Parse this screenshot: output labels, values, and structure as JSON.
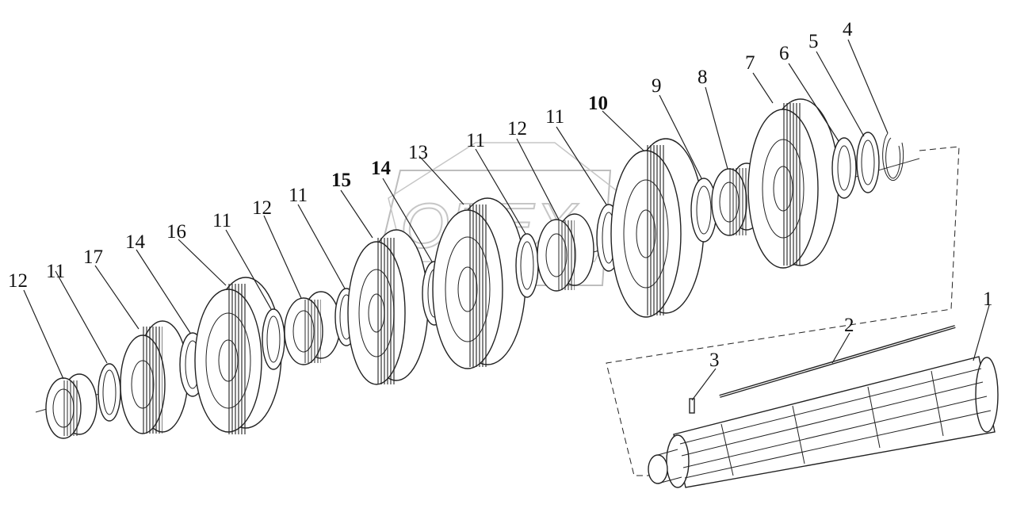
{
  "diagram": {
    "callouts": [
      {
        "id": "c1",
        "text": "1"
      },
      {
        "id": "c2",
        "text": "2"
      },
      {
        "id": "c3",
        "text": "3"
      },
      {
        "id": "c4",
        "text": "4"
      },
      {
        "id": "c5",
        "text": "5"
      },
      {
        "id": "c6",
        "text": "6"
      },
      {
        "id": "c7",
        "text": "7"
      },
      {
        "id": "c8",
        "text": "8"
      },
      {
        "id": "c9",
        "text": "9"
      },
      {
        "id": "c10",
        "text": "10"
      },
      {
        "id": "c11a",
        "text": "11"
      },
      {
        "id": "c12a",
        "text": "12"
      },
      {
        "id": "c11b",
        "text": "11"
      },
      {
        "id": "c13",
        "text": "13"
      },
      {
        "id": "c14a",
        "text": "14"
      },
      {
        "id": "c15",
        "text": "15"
      },
      {
        "id": "c11c",
        "text": "11"
      },
      {
        "id": "c12b",
        "text": "12"
      },
      {
        "id": "c11d",
        "text": "11"
      },
      {
        "id": "c16",
        "text": "16"
      },
      {
        "id": "c14b",
        "text": "14"
      },
      {
        "id": "c17",
        "text": "17"
      },
      {
        "id": "c11e",
        "text": "11"
      },
      {
        "id": "c12c",
        "text": "12"
      }
    ],
    "watermark": "OPEX"
  }
}
